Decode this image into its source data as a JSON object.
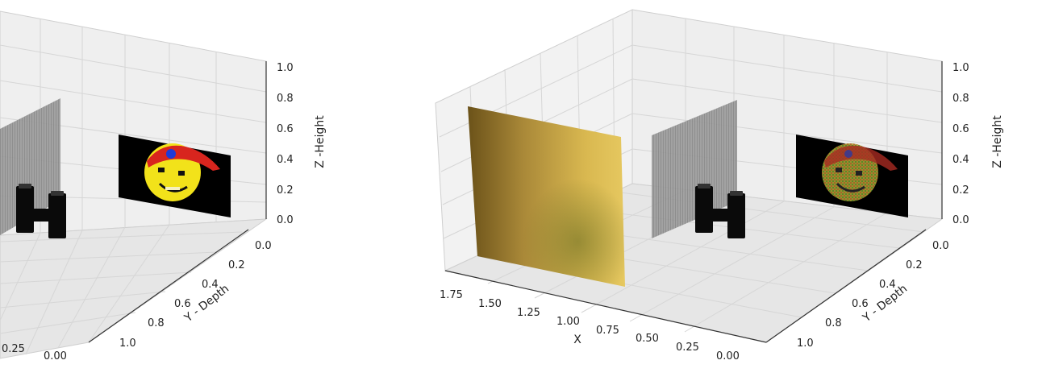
{
  "chart_data": [
    {
      "type": "3d-scene",
      "panel": "left",
      "xlabel": "",
      "ylabel": "Y - Depth",
      "zlabel": "Z -Height",
      "x_tick_labels": [
        "0.25",
        "0.00"
      ],
      "y_tick_labels": [
        "0.0",
        "0.2",
        "0.4",
        "0.6",
        "0.8",
        "1.0"
      ],
      "z_tick_labels": [
        "0.0",
        "0.2",
        "0.4",
        "0.6",
        "0.8",
        "1.0"
      ],
      "objects": [
        "grey mesh plane",
        "black H-shaped object",
        "smiley face image with red cap"
      ]
    },
    {
      "type": "3d-scene",
      "panel": "right",
      "xlabel": "X",
      "ylabel": "Y - Depth",
      "zlabel": "Z -Height",
      "x_tick_labels": [
        "1.75",
        "1.50",
        "1.25",
        "1.00",
        "0.75",
        "0.50",
        "0.25",
        "0.00"
      ],
      "y_tick_labels": [
        "0.0",
        "0.2",
        "0.4",
        "0.6",
        "0.8",
        "1.0"
      ],
      "z_tick_labels": [
        "0.0",
        "0.2",
        "0.4",
        "0.6",
        "0.8",
        "1.0"
      ],
      "objects": [
        "golden blurred plane",
        "grey mesh plane",
        "black H-shaped object",
        "noisy smiley face image"
      ]
    }
  ],
  "colors": {
    "face": "#f2e21a",
    "cap": "#d8251e",
    "cap_dot": "#1e3ad8",
    "image_bg": "#000000",
    "mesh": "#8a8a8a",
    "gold_light": "#e2c45a",
    "gold_dark": "#6b5219"
  }
}
